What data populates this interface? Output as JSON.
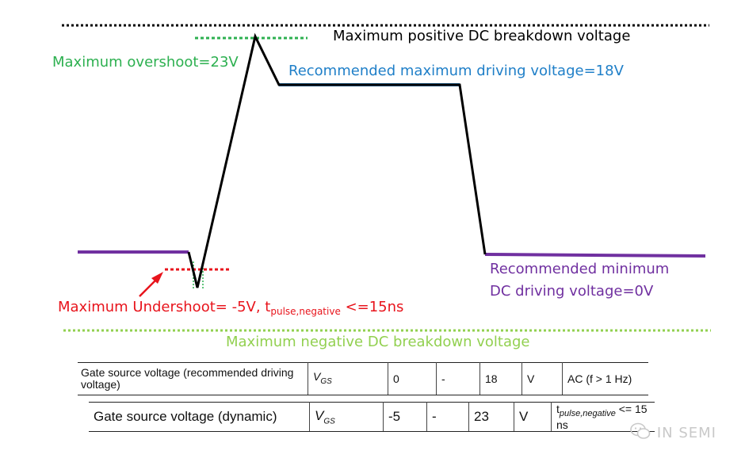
{
  "labels": {
    "max_positive_dc": "Maximum positive DC breakdown voltage",
    "max_overshoot": "Maximum overshoot=23V",
    "rec_max_driving": "Recommended  maximum driving voltage=18V",
    "undershoot_prefix": "Maximum Undershoot=   -5V, t",
    "undershoot_sub": "pulse,negative",
    "undershoot_suffix": " <=15ns",
    "rec_min_line1": "Recommended  minimum",
    "rec_min_line2": "DC driving voltage=0V",
    "max_negative_dc": "Maximum negative DC breakdown voltage"
  },
  "colors": {
    "black": "#000000",
    "green": "#2db050",
    "light_green": "#92d050",
    "blue": "#1f7fc8",
    "purple": "#7030a0",
    "red": "#e8141c"
  },
  "table": {
    "row1": {
      "parameter": "Gate source voltage (recommended driving voltage)",
      "symbol": "V",
      "symbol_sub": "GS",
      "min": "0",
      "typ": "-",
      "max": "18",
      "unit": "V",
      "condition": "AC (f > 1 Hz)"
    },
    "row2": {
      "parameter": "Gate source voltage (dynamic)",
      "symbol": "V",
      "symbol_sub": "GS",
      "min": "-5",
      "typ": "-",
      "max": "23",
      "unit": "V",
      "condition_prefix": "t",
      "condition_sub": "pulse,negative",
      "condition_suffix": " <= 15 ns"
    }
  },
  "watermark": "IN SEMI",
  "watermark_icon": "wechat-icon"
}
